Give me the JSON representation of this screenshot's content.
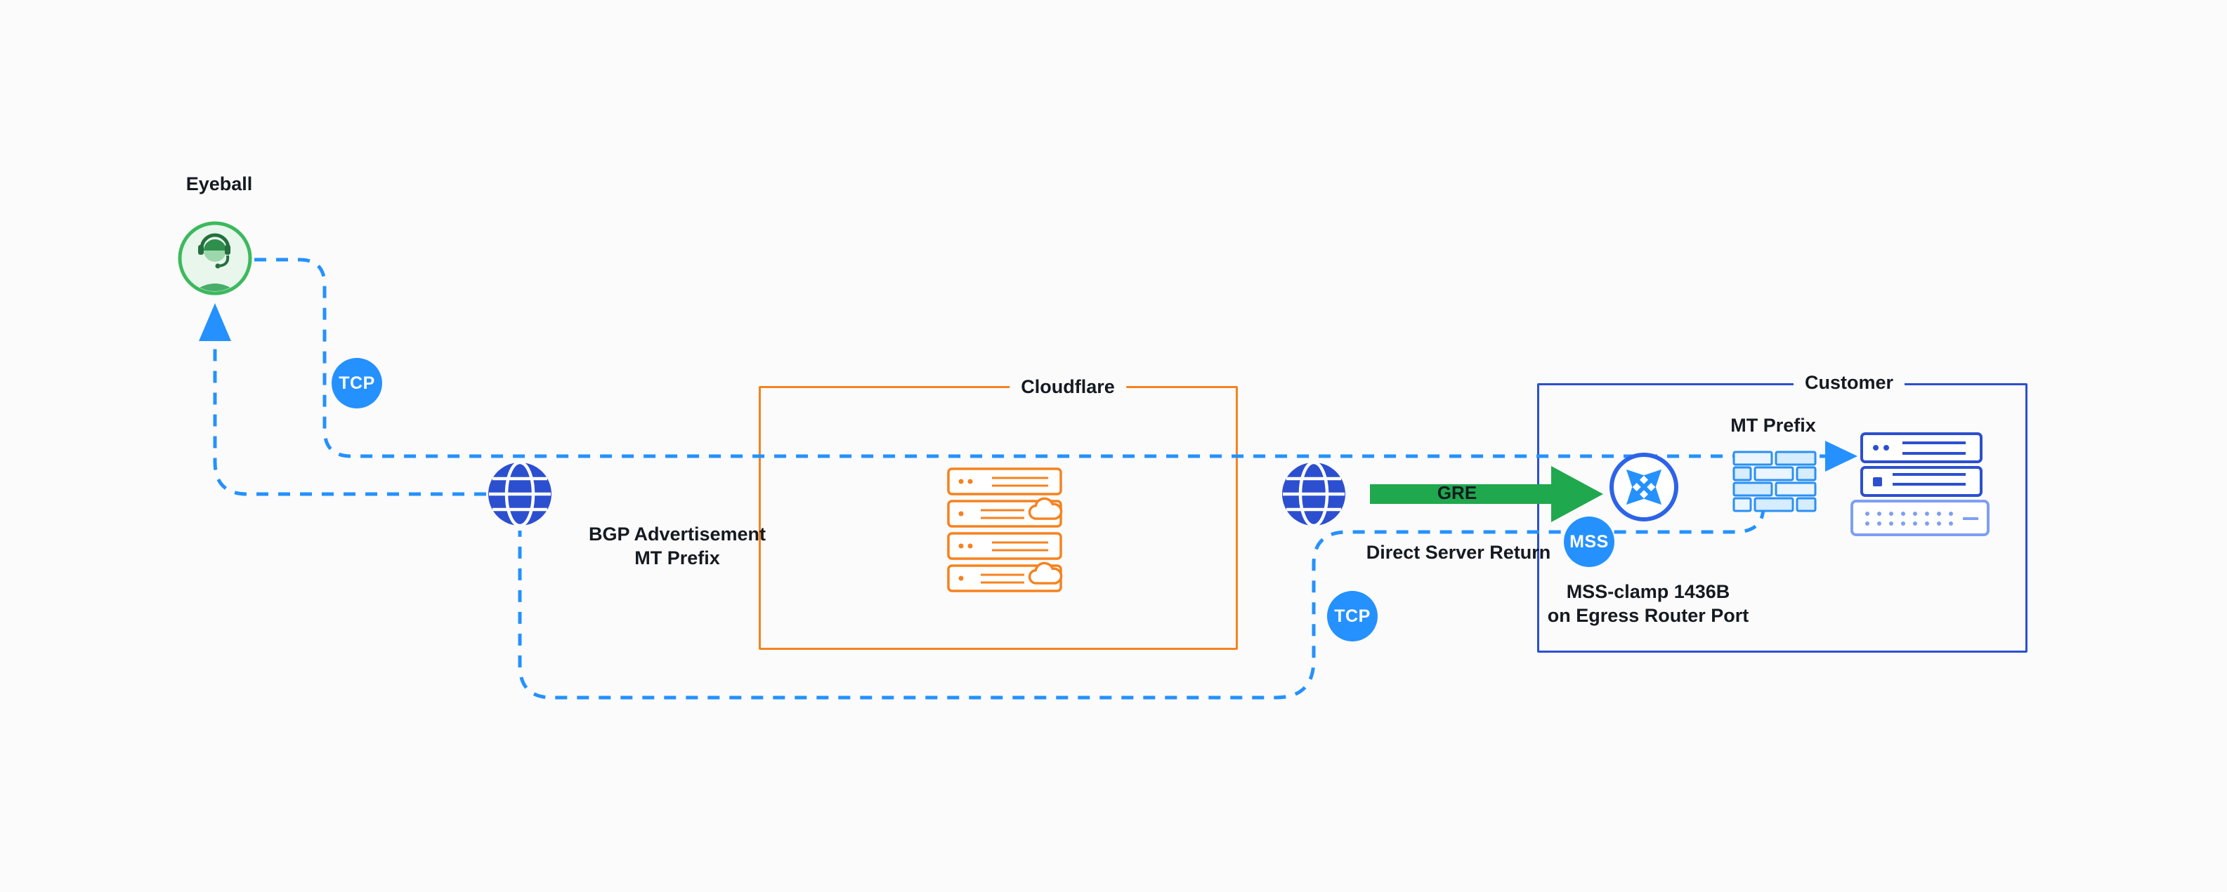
{
  "diagram": {
    "eyeball": {
      "label": "Eyeball",
      "icon": "person-headset-icon"
    },
    "badges": [
      {
        "id": "tcp-forward",
        "label": "TCP"
      },
      {
        "id": "tcp-return",
        "label": "TCP"
      },
      {
        "id": "mss",
        "label": "MSS"
      }
    ],
    "annotations": {
      "bgp_line1": "BGP Advertisement",
      "bgp_line2": "MT Prefix",
      "gre": "GRE",
      "direct_server_return": "Direct Server Return",
      "mss_clamp_line1": "MSS-clamp 1436B",
      "mss_clamp_line2": "on Egress Router Port",
      "customer_mt_prefix": "MT Prefix"
    },
    "groups": {
      "cloudflare": {
        "label": "Cloudflare",
        "border_color": "#f6821f"
      },
      "customer": {
        "label": "Customer",
        "border_color": "#2c4fd0"
      }
    },
    "icons": {
      "internet_left": "globe-icon",
      "internet_right": "globe-icon",
      "cloudflare_servers": "server-stack-icon",
      "gre_tunnel": "green-arrow-icon",
      "router": "router-icon",
      "firewall": "firewall-icon",
      "customer_servers": "server-stack-icon"
    },
    "colors": {
      "flow_blue": "#2491ff",
      "node_blue": "#2c4fd0",
      "cloudflare_orange": "#f6821f",
      "gre_green": "#1fa84d",
      "eyeball_green": "#3cb95d",
      "firewall_fill": "#d6ecff",
      "light_server_blue": "#7f9ff2",
      "text": "#151a21",
      "background": "#fbfbfb"
    }
  }
}
